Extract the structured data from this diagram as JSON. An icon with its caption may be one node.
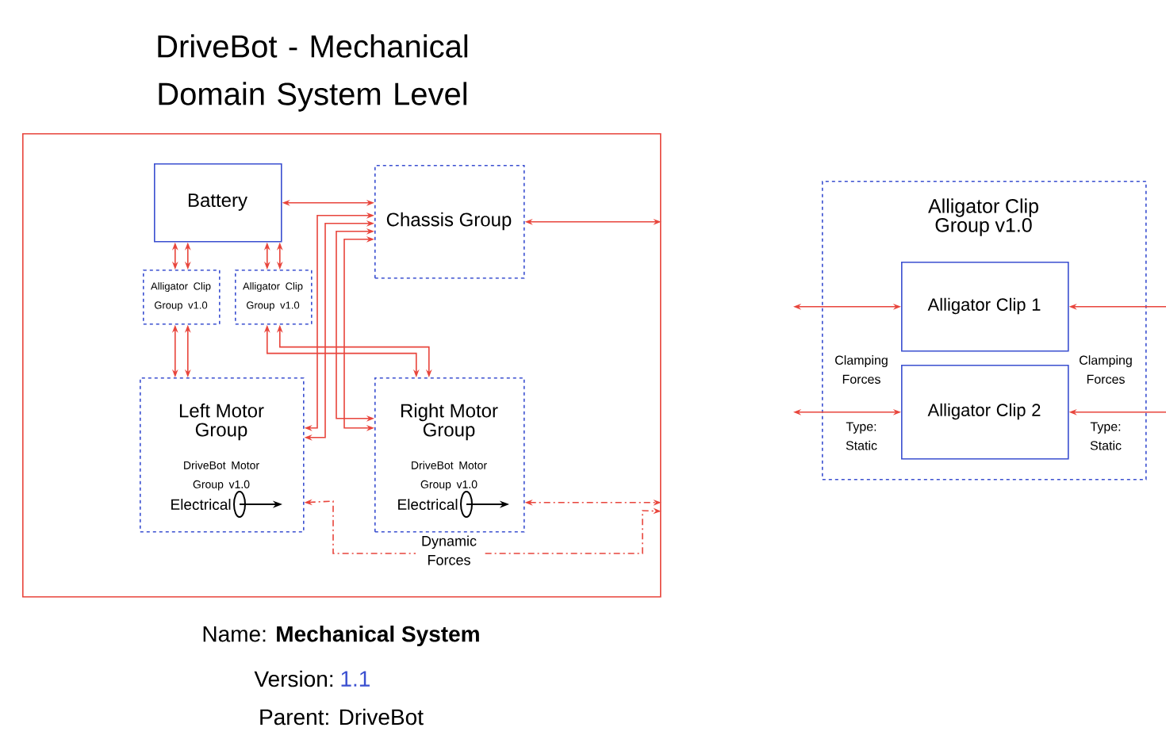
{
  "diagram": {
    "title": "DriveBot - Mechanical Domain System Level",
    "nodes": [
      {
        "text": [],
        "shape": "box"
      },
      {
        "text": [
          "Battery"
        ],
        "in": 0
      },
      {
        "text": [
          "Chassis Group"
        ],
        "in": 0
      },
      {
        "text": [
          "Alligator Clip Group v1.0"
        ],
        "in": 0
      },
      {
        "text": [
          "Alligator Clip Group v1.0"
        ],
        "in": 0
      },
      {
        "text": [
          "Left Motor Group",
          "DriveBot Motor Group v1.0",
          "Electrical"
        ],
        "in": 0
      },
      {
        "text": [
          "Right Motor Group",
          "DriveBot Motor Group v1.0",
          "Electrical"
        ],
        "in": 0
      },
      {
        "text": [
          "Alligator Clip Group v1.0"
        ]
      },
      {
        "text": [
          "Alligator Clip 1"
        ],
        "in": 7
      },
      {
        "text": [
          "Alligator Clip 2"
        ],
        "in": 7
      }
    ],
    "edges": [
      {
        "from": 1,
        "to": 2,
        "arrow": "both"
      },
      {
        "from": 1,
        "to": 3,
        "arrow": "both"
      },
      {
        "from": 1,
        "to": 3,
        "arrow": "both"
      },
      {
        "from": 1,
        "to": 4,
        "arrow": "both"
      },
      {
        "from": 1,
        "to": 4,
        "arrow": "both"
      },
      {
        "from": 3,
        "to": 5,
        "arrow": "both"
      },
      {
        "from": 3,
        "to": 5,
        "arrow": "both"
      },
      {
        "from": 4,
        "to": 6,
        "arrow": "both"
      },
      {
        "from": 4,
        "to": 6,
        "arrow": "both"
      },
      {
        "from": 2,
        "to": 5,
        "arrow": "both"
      },
      {
        "from": 2,
        "to": 5,
        "arrow": "both"
      },
      {
        "from": 2,
        "to": 6,
        "arrow": "both"
      },
      {
        "from": 2,
        "to": 6,
        "arrow": "both"
      },
      {
        "from": 2,
        "to": 0,
        "arrow": "both"
      },
      {
        "from": 6,
        "to": 0,
        "arrow": "both",
        "style": "dashed"
      },
      {
        "from": 5,
        "to": 0,
        "arrow": "both",
        "style": "dashed",
        "label": "Dynamic Forces"
      },
      {
        "from": null,
        "to": 8,
        "arrow": "both"
      },
      {
        "from": null,
        "to": 8,
        "arrow": "to"
      },
      {
        "from": null,
        "to": 9,
        "arrow": "both"
      },
      {
        "from": null,
        "to": 9,
        "arrow": "to"
      }
    ],
    "labels": [
      "Clamping Forces",
      "Clamping Forces",
      "Type: Static",
      "Type: Static",
      "Name: **Mechanical System**",
      "Version:",
      "1.1",
      "Parent: DriveBot"
    ]
  }
}
